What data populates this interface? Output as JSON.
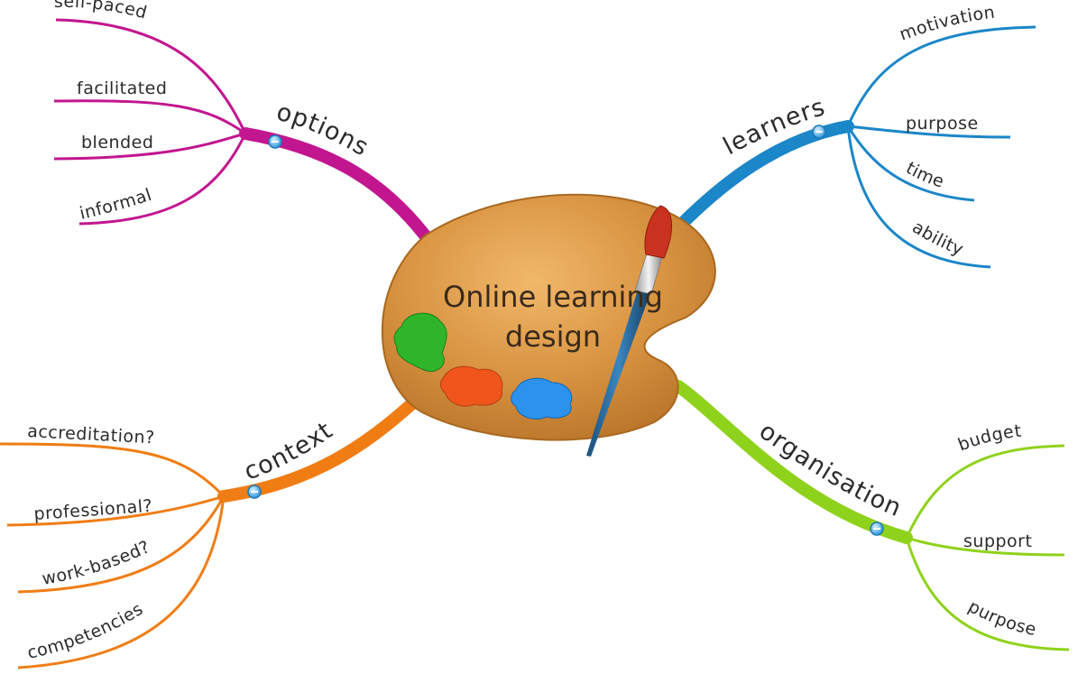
{
  "center": {
    "line1": "Online learning",
    "line2": "design"
  },
  "colors": {
    "options": "#c2168f",
    "learners": "#1b86c8",
    "context": "#f07d14",
    "organisation": "#8fd21b",
    "palette": "#d8943f",
    "collapse": "#5ab4ea"
  },
  "branches": {
    "options": {
      "label": "options",
      "children": [
        "self-paced",
        "facilitated",
        "blended",
        "informal"
      ]
    },
    "learners": {
      "label": "learners",
      "children": [
        "motivation",
        "purpose",
        "time",
        "ability"
      ]
    },
    "context": {
      "label": "context",
      "children": [
        "accreditation?",
        "professional?",
        "work-based?",
        "competencies"
      ]
    },
    "organisation": {
      "label": "organisation",
      "children": [
        "budget",
        "support",
        "purpose"
      ]
    }
  }
}
